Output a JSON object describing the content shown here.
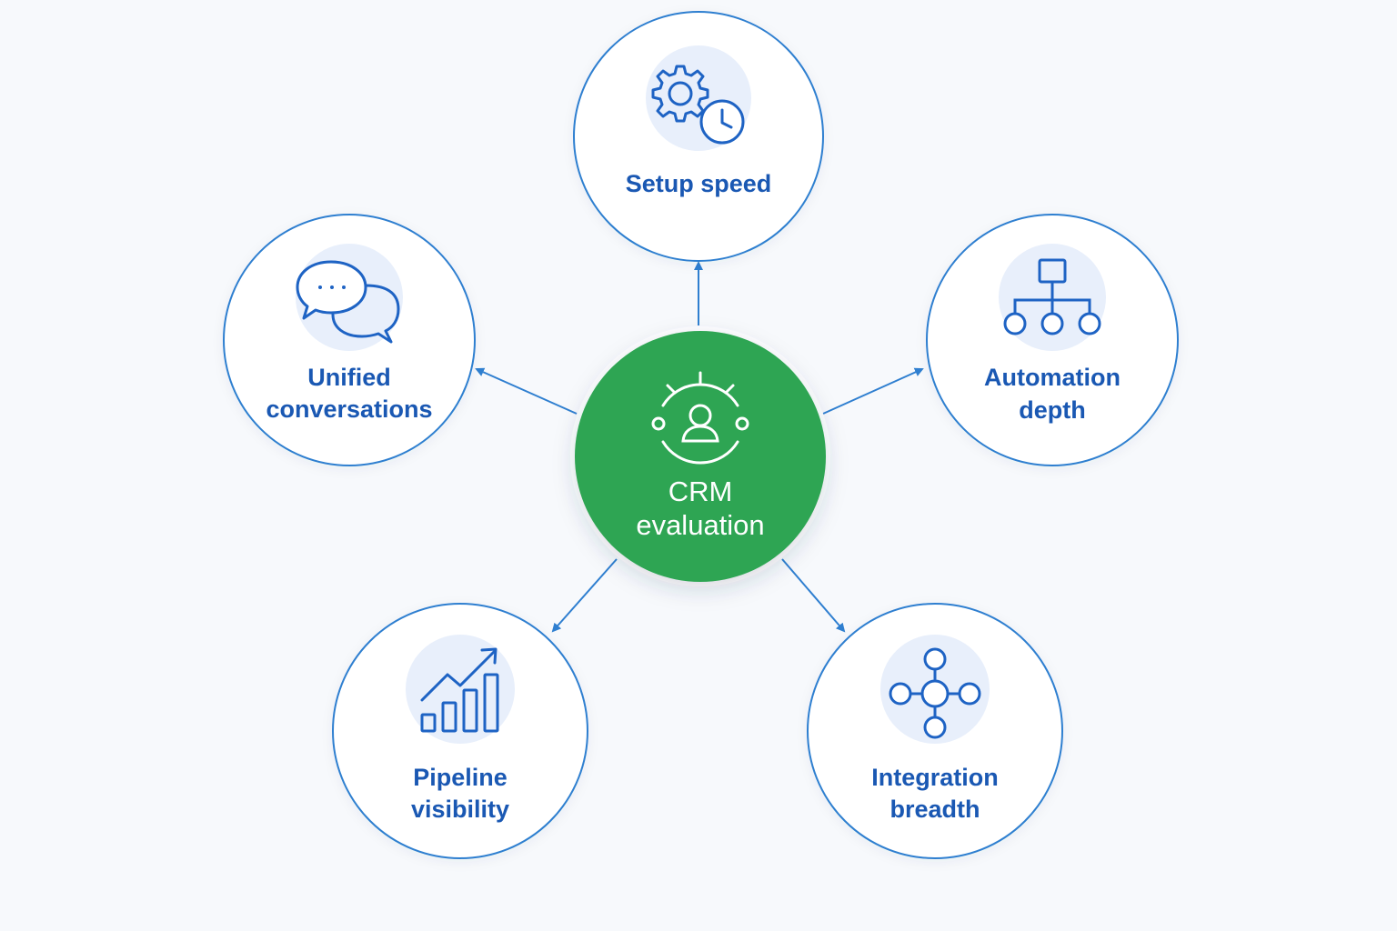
{
  "center": {
    "label_line1": "CRM",
    "label_line2": "evaluation",
    "icon": "target-person-icon"
  },
  "nodes": [
    {
      "id": "setup",
      "line1": "Setup speed",
      "line2": "",
      "icon": "gear-clock-icon"
    },
    {
      "id": "automation",
      "line1": "Automation",
      "line2": "depth",
      "icon": "hierarchy-icon"
    },
    {
      "id": "integration",
      "line1": "Integration",
      "line2": "breadth",
      "icon": "hub-network-icon"
    },
    {
      "id": "pipeline",
      "line1": "Pipeline",
      "line2": "visibility",
      "icon": "growth-chart-icon"
    },
    {
      "id": "conversations",
      "line1": "Unified",
      "line2": "conversations",
      "icon": "chat-bubbles-icon"
    }
  ],
  "colors": {
    "background": "#f7f9fc",
    "node_fill": "#ffffff",
    "node_stroke": "#2f7fd0",
    "label_text": "#1a58b3",
    "icon_stroke": "#1e63c4",
    "icon_bg": "#e8effb",
    "center_fill": "#2ea552",
    "center_text": "#ffffff",
    "arrow": "#2f7fd0"
  }
}
